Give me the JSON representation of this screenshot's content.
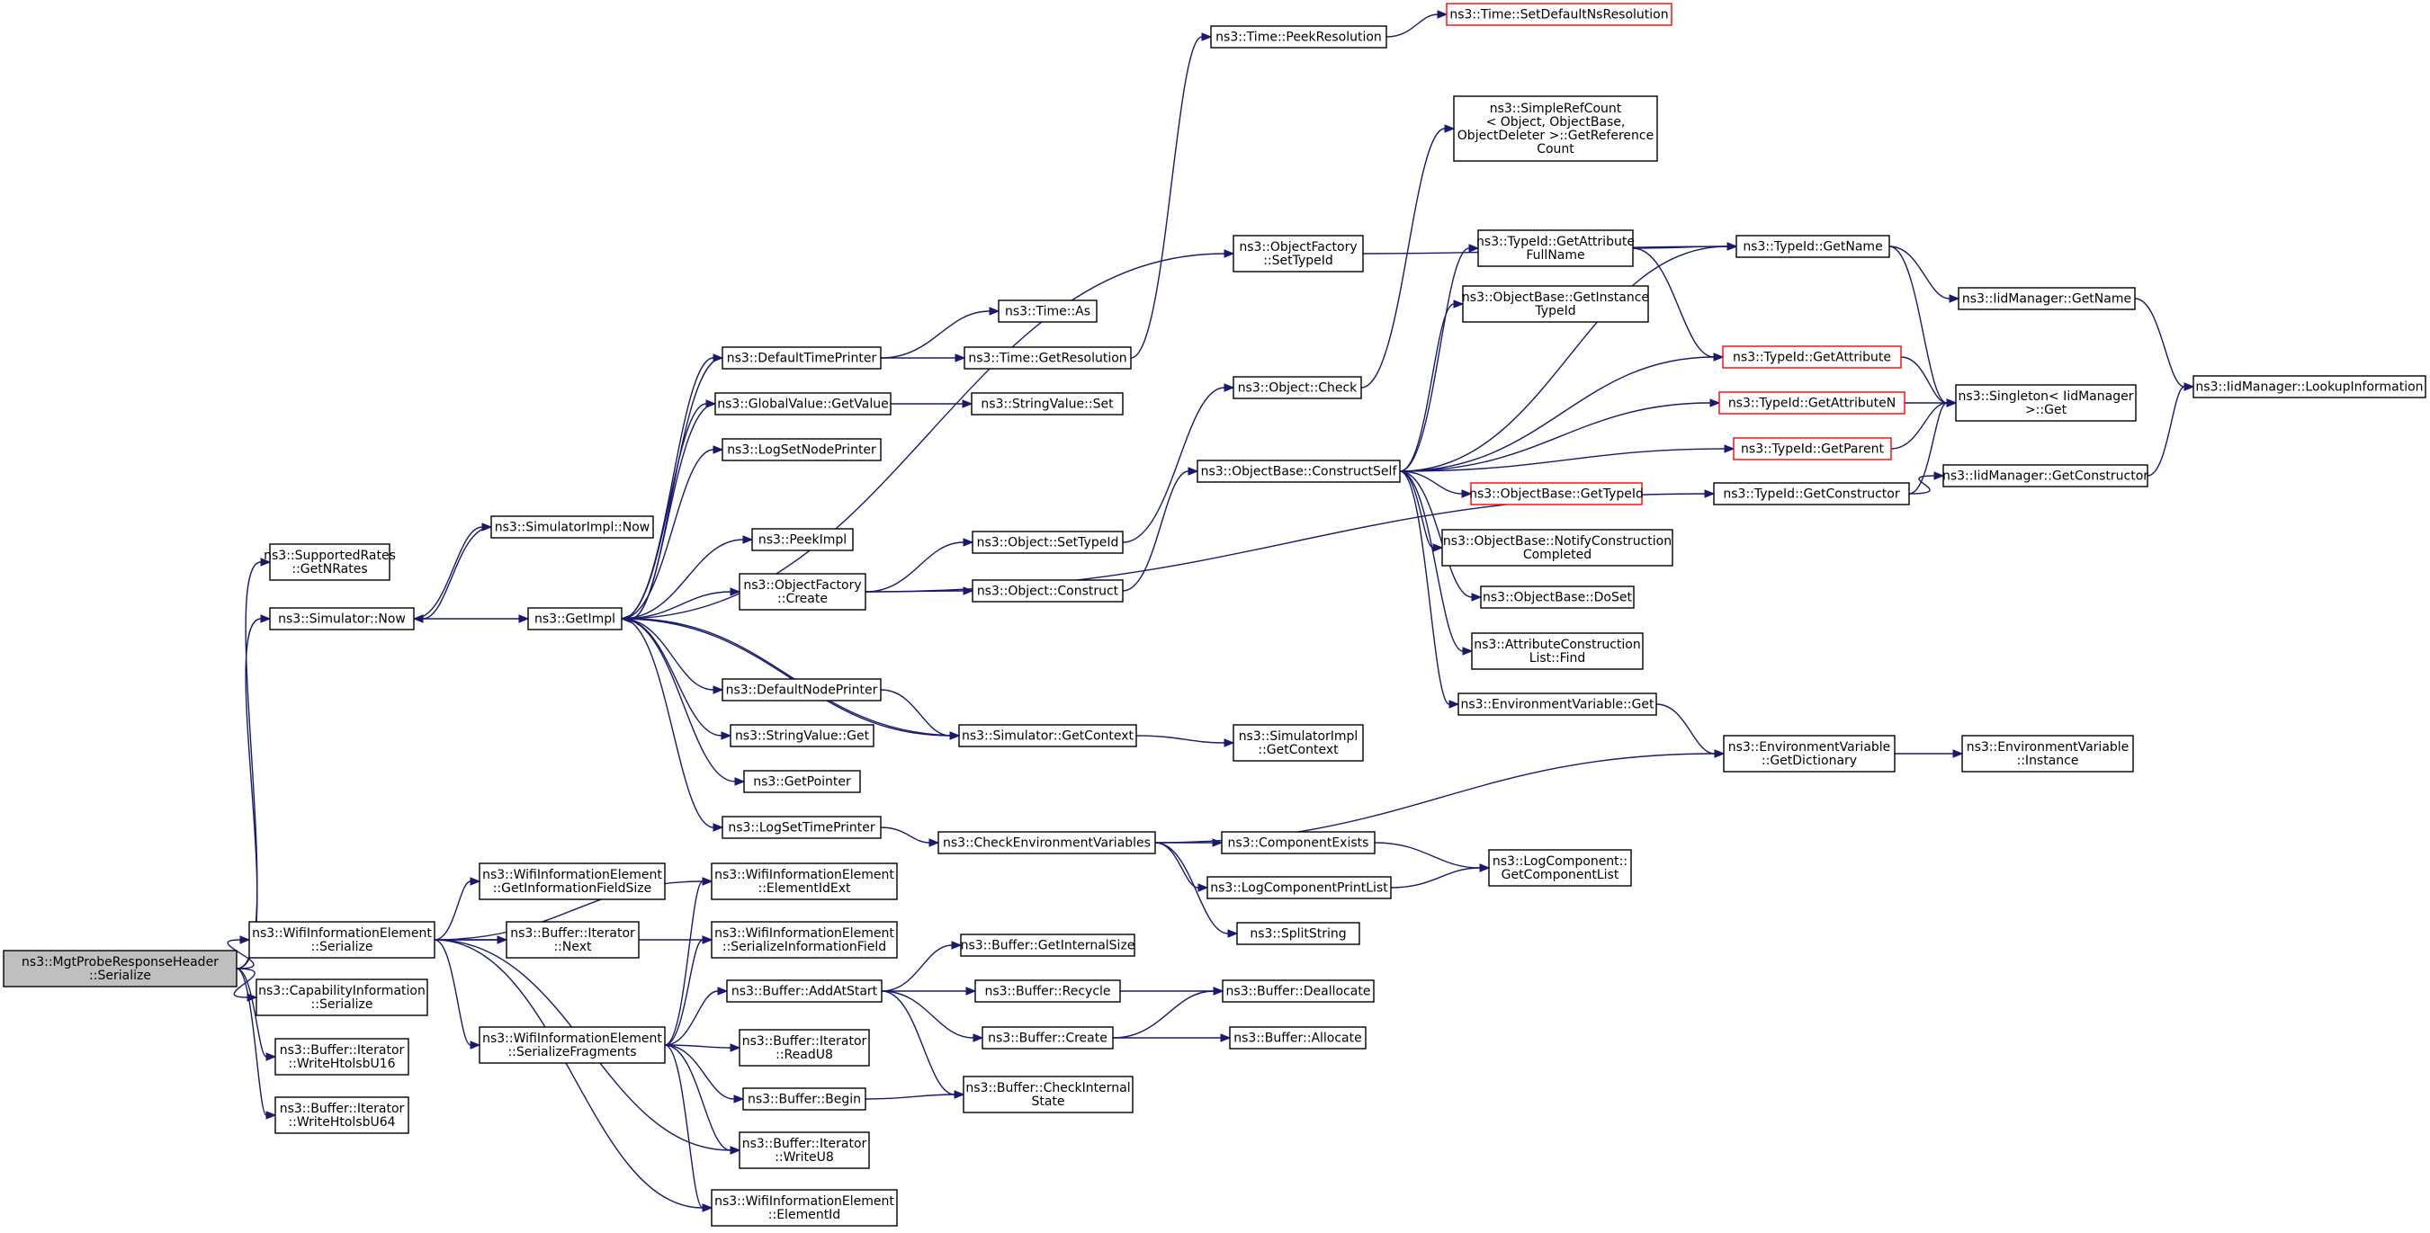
{
  "nodes": [
    {
      "id": "root",
      "lines": [
        "ns3::MgtProbeResponseHeader",
        "::Serialize"
      ],
      "style": "root"
    },
    {
      "id": "supportedRates",
      "lines": [
        "ns3::SupportedRates",
        "::GetNRates"
      ]
    },
    {
      "id": "simNow",
      "lines": [
        "ns3::Simulator::Now"
      ]
    },
    {
      "id": "simImplNow",
      "lines": [
        "ns3::SimulatorImpl::Now"
      ]
    },
    {
      "id": "getImpl",
      "lines": [
        "ns3::GetImpl"
      ]
    },
    {
      "id": "defaultTimePrinter",
      "lines": [
        "ns3::DefaultTimePrinter"
      ]
    },
    {
      "id": "globalValueGet",
      "lines": [
        "ns3::GlobalValue::GetValue"
      ]
    },
    {
      "id": "logSetNodePrinter",
      "lines": [
        "ns3::LogSetNodePrinter"
      ]
    },
    {
      "id": "peekImpl",
      "lines": [
        "ns3::PeekImpl"
      ]
    },
    {
      "id": "objectFactoryCreate",
      "lines": [
        "ns3::ObjectFactory",
        "::Create"
      ]
    },
    {
      "id": "defaultNodePrinter",
      "lines": [
        "ns3::DefaultNodePrinter"
      ]
    },
    {
      "id": "stringValueGet",
      "lines": [
        "ns3::StringValue::Get"
      ]
    },
    {
      "id": "getPointer",
      "lines": [
        "ns3::GetPointer"
      ]
    },
    {
      "id": "logSetTimePrinter",
      "lines": [
        "ns3::LogSetTimePrinter"
      ]
    },
    {
      "id": "timeAs",
      "lines": [
        "ns3::Time::As"
      ]
    },
    {
      "id": "timeGetResolution",
      "lines": [
        "ns3::Time::GetResolution"
      ]
    },
    {
      "id": "stringValueSet",
      "lines": [
        "ns3::StringValue::Set"
      ]
    },
    {
      "id": "timePeekResolution",
      "lines": [
        "ns3::Time::PeekResolution"
      ]
    },
    {
      "id": "timeSetDefault",
      "lines": [
        "ns3::Time::SetDefaultNsResolution"
      ],
      "style": "red"
    },
    {
      "id": "objectFactorySetTypeId",
      "lines": [
        "ns3::ObjectFactory",
        "::SetTypeId"
      ]
    },
    {
      "id": "objectCheck",
      "lines": [
        "ns3::Object::Check"
      ]
    },
    {
      "id": "objectSetTypeId",
      "lines": [
        "ns3::Object::SetTypeId"
      ]
    },
    {
      "id": "objectConstruct",
      "lines": [
        "ns3::Object::Construct"
      ]
    },
    {
      "id": "simGetContext",
      "lines": [
        "ns3::Simulator::GetContext"
      ]
    },
    {
      "id": "simImplGetContext",
      "lines": [
        "ns3::SimulatorImpl",
        "::GetContext"
      ]
    },
    {
      "id": "constructSelf",
      "lines": [
        "ns3::ObjectBase::ConstructSelf"
      ]
    },
    {
      "id": "simpleRefCount",
      "lines": [
        "ns3::SimpleRefCount",
        "< Object, ObjectBase,",
        "ObjectDeleter >::GetReference",
        "Count"
      ]
    },
    {
      "id": "typeIdGetAttrFullName",
      "lines": [
        "ns3::TypeId::GetAttribute",
        "FullName"
      ]
    },
    {
      "id": "objectBaseGetInstance",
      "lines": [
        "ns3::ObjectBase::GetInstance",
        "TypeId"
      ]
    },
    {
      "id": "objectBaseGetTypeId",
      "lines": [
        "ns3::ObjectBase::GetTypeId"
      ],
      "style": "red"
    },
    {
      "id": "notifyConstruction",
      "lines": [
        "ns3::ObjectBase::NotifyConstruction",
        "Completed"
      ]
    },
    {
      "id": "objectBaseDoSet",
      "lines": [
        "ns3::ObjectBase::DoSet"
      ]
    },
    {
      "id": "attrConstructionFind",
      "lines": [
        "ns3::AttributeConstruction",
        "List::Find"
      ]
    },
    {
      "id": "envVarGet",
      "lines": [
        "ns3::EnvironmentVariable::Get"
      ]
    },
    {
      "id": "typeIdGetName",
      "lines": [
        "ns3::TypeId::GetName"
      ]
    },
    {
      "id": "typeIdGetAttribute",
      "lines": [
        "ns3::TypeId::GetAttribute"
      ],
      "style": "red"
    },
    {
      "id": "typeIdGetAttributeN",
      "lines": [
        "ns3::TypeId::GetAttributeN"
      ],
      "style": "red"
    },
    {
      "id": "typeIdGetParent",
      "lines": [
        "ns3::TypeId::GetParent"
      ],
      "style": "red"
    },
    {
      "id": "typeIdGetConstructor",
      "lines": [
        "ns3::TypeId::GetConstructor"
      ]
    },
    {
      "id": "iidGetName",
      "lines": [
        "ns3::IidManager::GetName"
      ]
    },
    {
      "id": "singletonGet",
      "lines": [
        "ns3::Singleton< IidManager",
        ">::Get"
      ]
    },
    {
      "id": "iidGetConstructor",
      "lines": [
        "ns3::IidManager::GetConstructor"
      ]
    },
    {
      "id": "iidLookup",
      "lines": [
        "ns3::IidManager::LookupInformation"
      ]
    },
    {
      "id": "envGetDictionary",
      "lines": [
        "ns3::EnvironmentVariable",
        "::GetDictionary"
      ]
    },
    {
      "id": "envInstance",
      "lines": [
        "ns3::EnvironmentVariable",
        "::Instance"
      ]
    },
    {
      "id": "checkEnvVars",
      "lines": [
        "ns3::CheckEnvironmentVariables"
      ]
    },
    {
      "id": "componentExists",
      "lines": [
        "ns3::ComponentExists"
      ]
    },
    {
      "id": "logComponentPrintList",
      "lines": [
        "ns3::LogComponentPrintList"
      ]
    },
    {
      "id": "splitString",
      "lines": [
        "ns3::SplitString"
      ]
    },
    {
      "id": "logComponentGetList",
      "lines": [
        "ns3::LogComponent::",
        "GetComponentList"
      ]
    },
    {
      "id": "wifiSerialize",
      "lines": [
        "ns3::WifiInformationElement",
        "::Serialize"
      ]
    },
    {
      "id": "capabilitySerialize",
      "lines": [
        "ns3::CapabilityInformation",
        "::Serialize"
      ]
    },
    {
      "id": "writeHtolsbU16",
      "lines": [
        "ns3::Buffer::Iterator",
        "::WriteHtolsbU16"
      ]
    },
    {
      "id": "writeHtolsbU64",
      "lines": [
        "ns3::Buffer::Iterator",
        "::WriteHtolsbU64"
      ]
    },
    {
      "id": "wifiGetInfoFieldSize",
      "lines": [
        "ns3::WifiInformationElement",
        "::GetInformationFieldSize"
      ]
    },
    {
      "id": "bufferIterNext",
      "lines": [
        "ns3::Buffer::Iterator",
        "::Next"
      ]
    },
    {
      "id": "wifiSerializeFragments",
      "lines": [
        "ns3::WifiInformationElement",
        "::SerializeFragments"
      ]
    },
    {
      "id": "wifiElementIdExt",
      "lines": [
        "ns3::WifiInformationElement",
        "::ElementIdExt"
      ]
    },
    {
      "id": "wifiSerializeInfoField",
      "lines": [
        "ns3::WifiInformationElement",
        "::SerializeInformationField"
      ]
    },
    {
      "id": "bufferAddAtStart",
      "lines": [
        "ns3::Buffer::AddAtStart"
      ]
    },
    {
      "id": "bufferIterReadU8",
      "lines": [
        "ns3::Buffer::Iterator",
        "::ReadU8"
      ]
    },
    {
      "id": "bufferBegin",
      "lines": [
        "ns3::Buffer::Begin"
      ]
    },
    {
      "id": "bufferIterWriteU8",
      "lines": [
        "ns3::Buffer::Iterator",
        "::WriteU8"
      ]
    },
    {
      "id": "wifiElementId",
      "lines": [
        "ns3::WifiInformationElement",
        "::ElementId"
      ]
    },
    {
      "id": "bufferGetInternalSize",
      "lines": [
        "ns3::Buffer::GetInternalSize"
      ]
    },
    {
      "id": "bufferRecycle",
      "lines": [
        "ns3::Buffer::Recycle"
      ]
    },
    {
      "id": "bufferCreate",
      "lines": [
        "ns3::Buffer::Create"
      ]
    },
    {
      "id": "bufferCheckInternalState",
      "lines": [
        "ns3::Buffer::CheckInternal",
        "State"
      ]
    },
    {
      "id": "bufferDeallocate",
      "lines": [
        "ns3::Buffer::Deallocate"
      ]
    },
    {
      "id": "bufferAllocate",
      "lines": [
        "ns3::Buffer::Allocate"
      ]
    }
  ],
  "edges": [
    [
      "root",
      "supportedRates"
    ],
    [
      "root",
      "simNow"
    ],
    [
      "root",
      "wifiSerialize"
    ],
    [
      "root",
      "capabilitySerialize"
    ],
    [
      "root",
      "writeHtolsbU16"
    ],
    [
      "root",
      "writeHtolsbU64"
    ],
    [
      "simNow",
      "simImplNow"
    ],
    [
      "simNow",
      "getImpl"
    ],
    [
      "simImplNow",
      "simNow"
    ],
    [
      "getImpl",
      "defaultTimePrinter"
    ],
    [
      "getImpl",
      "globalValueGet"
    ],
    [
      "getImpl",
      "logSetNodePrinter"
    ],
    [
      "getImpl",
      "peekImpl"
    ],
    [
      "getImpl",
      "objectFactoryCreate"
    ],
    [
      "getImpl",
      "defaultNodePrinter"
    ],
    [
      "getImpl",
      "stringValueGet"
    ],
    [
      "getImpl",
      "getPointer"
    ],
    [
      "getImpl",
      "logSetTimePrinter"
    ],
    [
      "getImpl",
      "objectFactorySetTypeId"
    ],
    [
      "getImpl",
      "simGetContext"
    ],
    [
      "defaultTimePrinter",
      "getImpl"
    ],
    [
      "globalValueGet",
      "getImpl"
    ],
    [
      "simGetContext",
      "getImpl"
    ],
    [
      "defaultTimePrinter",
      "timeAs"
    ],
    [
      "defaultTimePrinter",
      "timeGetResolution"
    ],
    [
      "timeGetResolution",
      "timePeekResolution"
    ],
    [
      "timePeekResolution",
      "timeSetDefault"
    ],
    [
      "globalValueGet",
      "stringValueSet"
    ],
    [
      "objectFactorySetTypeId",
      "typeIdGetName"
    ],
    [
      "objectFactoryCreate",
      "objectSetTypeId"
    ],
    [
      "objectFactoryCreate",
      "objectConstruct"
    ],
    [
      "objectFactoryCreate",
      "typeIdGetConstructor"
    ],
    [
      "objectSetTypeId",
      "objectCheck"
    ],
    [
      "objectCheck",
      "simpleRefCount"
    ],
    [
      "objectConstruct",
      "constructSelf"
    ],
    [
      "defaultNodePrinter",
      "simGetContext"
    ],
    [
      "simGetContext",
      "simImplGetContext"
    ],
    [
      "constructSelf",
      "typeIdGetAttrFullName"
    ],
    [
      "constructSelf",
      "objectBaseGetInstance"
    ],
    [
      "constructSelf",
      "typeIdGetAttribute"
    ],
    [
      "constructSelf",
      "typeIdGetAttributeN"
    ],
    [
      "constructSelf",
      "typeIdGetParent"
    ],
    [
      "constructSelf",
      "objectBaseGetTypeId"
    ],
    [
      "constructSelf",
      "notifyConstruction"
    ],
    [
      "constructSelf",
      "objectBaseDoSet"
    ],
    [
      "constructSelf",
      "attrConstructionFind"
    ],
    [
      "constructSelf",
      "envVarGet"
    ],
    [
      "constructSelf",
      "typeIdGetName"
    ],
    [
      "typeIdGetAttrFullName",
      "typeIdGetName"
    ],
    [
      "typeIdGetAttrFullName",
      "typeIdGetAttribute"
    ],
    [
      "typeIdGetName",
      "iidGetName"
    ],
    [
      "typeIdGetName",
      "singletonGet"
    ],
    [
      "iidGetName",
      "iidLookup"
    ],
    [
      "typeIdGetAttribute",
      "singletonGet"
    ],
    [
      "typeIdGetAttributeN",
      "singletonGet"
    ],
    [
      "typeIdGetParent",
      "singletonGet"
    ],
    [
      "typeIdGetConstructor",
      "singletonGet"
    ],
    [
      "typeIdGetConstructor",
      "iidGetConstructor"
    ],
    [
      "iidGetConstructor",
      "iidLookup"
    ],
    [
      "envVarGet",
      "envGetDictionary"
    ],
    [
      "envGetDictionary",
      "envInstance"
    ],
    [
      "logSetTimePrinter",
      "checkEnvVars"
    ],
    [
      "checkEnvVars",
      "envGetDictionary"
    ],
    [
      "checkEnvVars",
      "componentExists"
    ],
    [
      "checkEnvVars",
      "logComponentPrintList"
    ],
    [
      "checkEnvVars",
      "splitString"
    ],
    [
      "componentExists",
      "logComponentGetList"
    ],
    [
      "logComponentPrintList",
      "logComponentGetList"
    ],
    [
      "wifiSerialize",
      "wifiGetInfoFieldSize"
    ],
    [
      "wifiSerialize",
      "bufferIterNext"
    ],
    [
      "wifiSerialize",
      "wifiElementIdExt"
    ],
    [
      "wifiSerialize",
      "wifiSerializeInfoField"
    ],
    [
      "wifiSerialize",
      "wifiSerializeFragments"
    ],
    [
      "wifiSerialize",
      "bufferIterWriteU8"
    ],
    [
      "wifiSerialize",
      "wifiElementId"
    ],
    [
      "wifiSerializeFragments",
      "wifiElementIdExt"
    ],
    [
      "wifiSerializeFragments",
      "wifiSerializeInfoField"
    ],
    [
      "wifiSerializeFragments",
      "bufferAddAtStart"
    ],
    [
      "wifiSerializeFragments",
      "bufferIterReadU8"
    ],
    [
      "wifiSerializeFragments",
      "bufferBegin"
    ],
    [
      "wifiSerializeFragments",
      "bufferIterWriteU8"
    ],
    [
      "wifiSerializeFragments",
      "wifiElementId"
    ],
    [
      "bufferAddAtStart",
      "bufferGetInternalSize"
    ],
    [
      "bufferAddAtStart",
      "bufferRecycle"
    ],
    [
      "bufferAddAtStart",
      "bufferCreate"
    ],
    [
      "bufferAddAtStart",
      "bufferCheckInternalState"
    ],
    [
      "bufferRecycle",
      "bufferDeallocate"
    ],
    [
      "bufferCreate",
      "bufferDeallocate"
    ],
    [
      "bufferCreate",
      "bufferAllocate"
    ],
    [
      "bufferBegin",
      "bufferCheckInternalState"
    ]
  ],
  "colors": {
    "edge": "#191970",
    "highlight": "#ff0000",
    "root_fill": "#bfbfbf"
  }
}
